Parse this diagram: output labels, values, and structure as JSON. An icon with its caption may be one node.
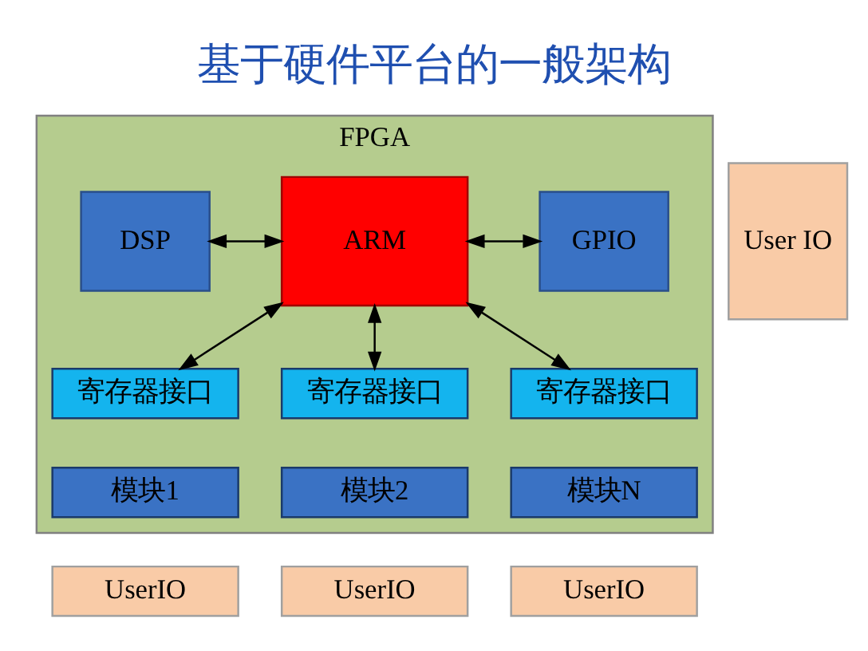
{
  "diagram": {
    "title": "基于硬件平台的一般架构",
    "nodes": [
      {
        "text": [
          "FPGA"
        ]
      },
      {
        "text": [
          "DSP"
        ],
        "in": 0
      },
      {
        "text": [
          "ARM"
        ],
        "in": 0
      },
      {
        "text": [
          "GPIO"
        ],
        "in": 0
      },
      {
        "text": [
          "User IO"
        ]
      },
      {
        "text": [
          "寄存器接口"
        ],
        "in": 0
      },
      {
        "text": [
          "模块1"
        ],
        "in": 0
      },
      {
        "text": [
          "寄存器接口"
        ],
        "in": 0
      },
      {
        "text": [
          "模块2"
        ],
        "in": 0
      },
      {
        "text": [
          "寄存器接口"
        ],
        "in": 0
      },
      {
        "text": [
          "模块N"
        ],
        "in": 0
      },
      {
        "text": [
          "UserIO"
        ]
      },
      {
        "text": [
          "UserIO"
        ]
      },
      {
        "text": [
          "UserIO"
        ]
      }
    ],
    "edges": [
      {
        "from": 1,
        "to": 2,
        "arrow": "both"
      },
      {
        "from": 2,
        "to": 3,
        "arrow": "both"
      },
      {
        "from": 2,
        "to": 5,
        "arrow": "both"
      },
      {
        "from": 2,
        "to": 7,
        "arrow": "both"
      },
      {
        "from": 2,
        "to": 9,
        "arrow": "both"
      }
    ]
  }
}
